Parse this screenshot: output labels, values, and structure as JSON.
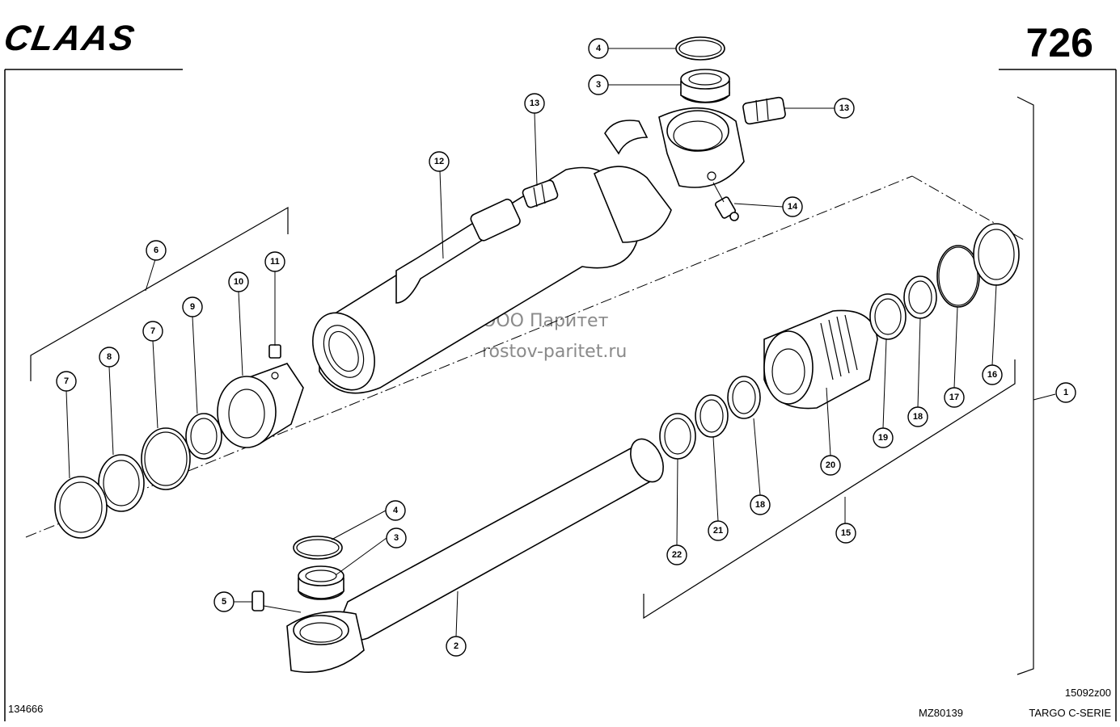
{
  "header": {
    "brand": "CLAAS",
    "page_number": "726"
  },
  "footer": {
    "left_code": "134666",
    "center_code": "MZ80139",
    "right_code": "15092z00",
    "series": "TARGO C-SERIE"
  },
  "watermark": {
    "line1": "ООО Паритет",
    "line2": "rostov-paritet.ru"
  },
  "callouts": [
    {
      "id": "c4-top",
      "label": "4"
    },
    {
      "id": "c3-top",
      "label": "3"
    },
    {
      "id": "c13-mid",
      "label": "13"
    },
    {
      "id": "c13-right",
      "label": "13"
    },
    {
      "id": "c12",
      "label": "12"
    },
    {
      "id": "c14",
      "label": "14"
    },
    {
      "id": "c6",
      "label": "6"
    },
    {
      "id": "c11",
      "label": "11"
    },
    {
      "id": "c10",
      "label": "10"
    },
    {
      "id": "c9",
      "label": "9"
    },
    {
      "id": "c7-a",
      "label": "7"
    },
    {
      "id": "c8",
      "label": "8"
    },
    {
      "id": "c7-b",
      "label": "7"
    },
    {
      "id": "c1",
      "label": "1"
    },
    {
      "id": "c16",
      "label": "16"
    },
    {
      "id": "c17",
      "label": "17"
    },
    {
      "id": "c18-a",
      "label": "18"
    },
    {
      "id": "c19",
      "label": "19"
    },
    {
      "id": "c20",
      "label": "20"
    },
    {
      "id": "c18-b",
      "label": "18"
    },
    {
      "id": "c21",
      "label": "21"
    },
    {
      "id": "c22",
      "label": "22"
    },
    {
      "id": "c15",
      "label": "15"
    },
    {
      "id": "c4-bot",
      "label": "4"
    },
    {
      "id": "c3-bot",
      "label": "3"
    },
    {
      "id": "c5",
      "label": "5"
    },
    {
      "id": "c2",
      "label": "2"
    }
  ]
}
